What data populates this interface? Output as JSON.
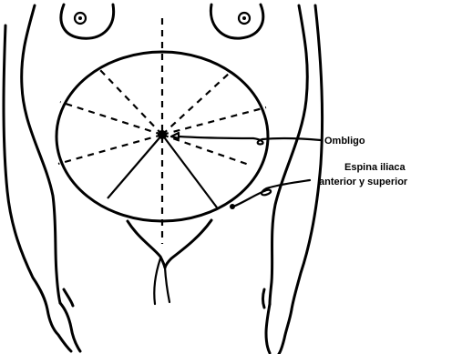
{
  "labels": {
    "navel": "Ombligo",
    "spine_line1": "Espina iliaca",
    "spine_line2": "anterior y superior"
  },
  "colors": {
    "ink": "#000000",
    "background": "#ffffff"
  }
}
